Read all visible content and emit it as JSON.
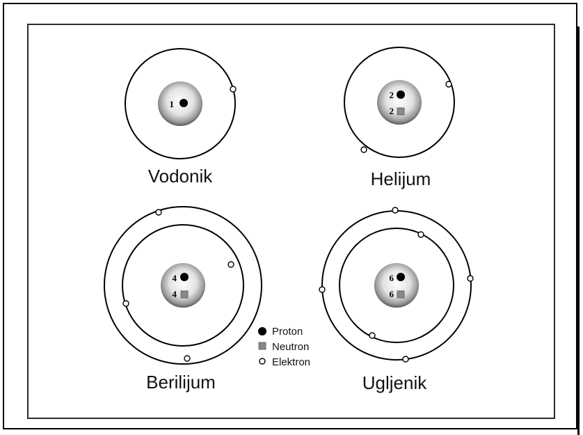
{
  "atoms": [
    {
      "name": "Vodonik",
      "protons": "1",
      "neutrons": ""
    },
    {
      "name": "Helijum",
      "protons": "2",
      "neutrons": "2"
    },
    {
      "name": "Berilijum",
      "protons": "4",
      "neutrons": "4"
    },
    {
      "name": "Ugljenik",
      "protons": "6",
      "neutrons": "6"
    }
  ],
  "legend": {
    "proton": "Proton",
    "neutron": "Neutron",
    "electron": "Elektron"
  },
  "colors": {
    "proton": "#000000",
    "neutron": "#888888",
    "electron": "#ffffff",
    "nucleus_center": "#ffffff",
    "nucleus_edge": "#5a5a5a"
  }
}
